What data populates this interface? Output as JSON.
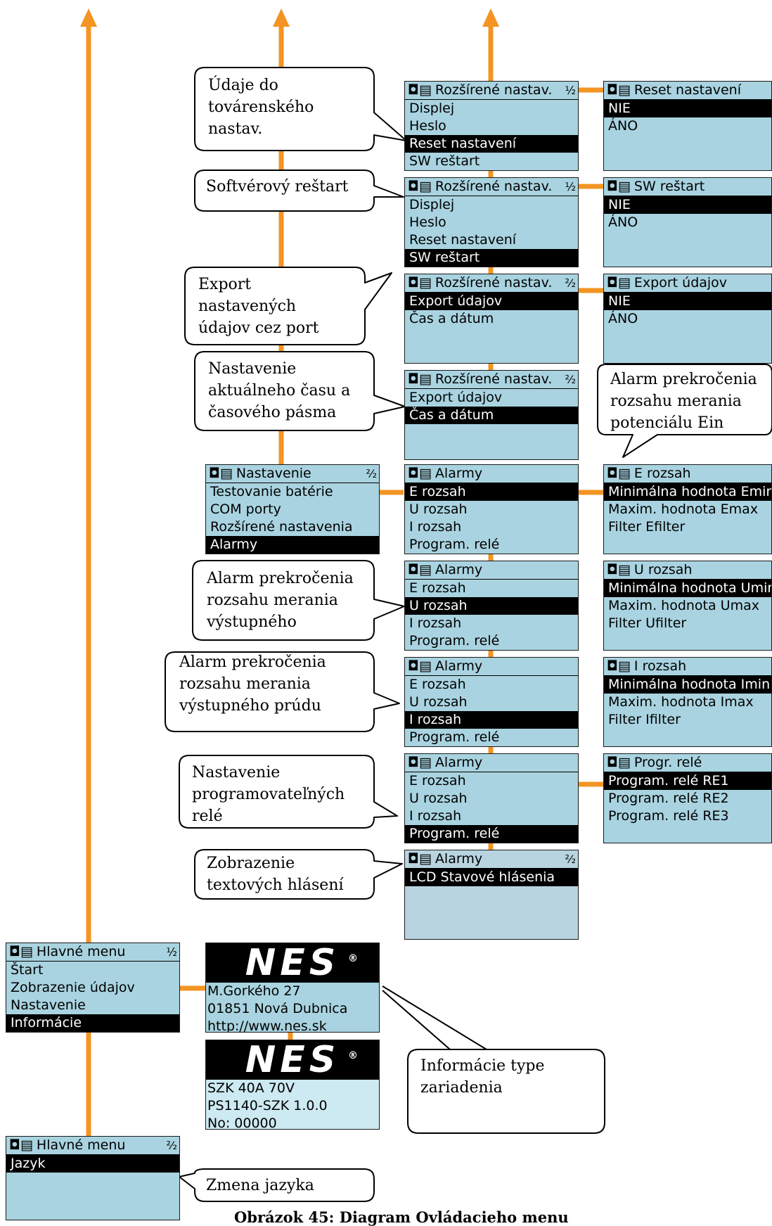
{
  "colors": {
    "wire": "#f39423",
    "screen": "#a9d3e0",
    "screen_light": "#cde9f1",
    "selection": "#000000"
  },
  "header_icon": "◘▤",
  "screens": {
    "adv_reset": {
      "title": "Rozšírené nastav.",
      "page": "½",
      "items": [
        "Displej",
        "Heslo",
        "Reset nastavení",
        "SW reštart"
      ]
    },
    "adv_sw": {
      "title": "Rozšírené nastav.",
      "page": "½",
      "items": [
        "Displej",
        "Heslo",
        "Reset nastavení",
        "SW reštart"
      ]
    },
    "adv_export": {
      "title": "Rozšírené nastav.",
      "page": "²⁄₂",
      "items": [
        "Export údajov",
        "Čas a dátum"
      ]
    },
    "adv_time": {
      "title": "Rozšírené nastav.",
      "page": "²⁄₂",
      "items": [
        "Export údajov",
        "Čas a dátum"
      ]
    },
    "reset_confirm": {
      "title": "Reset nastavení",
      "items": [
        "NIE",
        "ÁNO"
      ]
    },
    "sw_confirm": {
      "title": "SW reštart",
      "items": [
        "NIE",
        "ÁNO"
      ]
    },
    "export_confirm": {
      "title": "Export údajov",
      "items": [
        "NIE",
        "ÁNO"
      ]
    },
    "nastavenie": {
      "title": "Nastavenie",
      "page": "²⁄₂",
      "items": [
        "Testovanie batérie",
        "COM porty",
        "Rozšírené nastavenia",
        "Alarmy"
      ]
    },
    "alarmy_e": {
      "title": "Alarmy",
      "items": [
        "E rozsah",
        "U rozsah",
        "I rozsah",
        "Program. relé"
      ]
    },
    "alarmy_u": {
      "title": "Alarmy",
      "items": [
        "E rozsah",
        "U rozsah",
        "I rozsah",
        "Program. relé"
      ]
    },
    "alarmy_i": {
      "title": "Alarmy",
      "items": [
        "E rozsah",
        "U rozsah",
        "I rozsah",
        "Program. relé"
      ]
    },
    "alarmy_r": {
      "title": "Alarmy",
      "items": [
        "E rozsah",
        "U rozsah",
        "I rozsah",
        "Program. relé"
      ]
    },
    "alarmy_lcd": {
      "title": "Alarmy",
      "page": "²⁄₂",
      "items": [
        "LCD Stavové hlásenia"
      ]
    },
    "e_rozsah": {
      "title": "E rozsah",
      "items": [
        "Minimálna hodnota Emin",
        "Maxim. hodnota Emax",
        "Filter Efilter"
      ]
    },
    "u_rozsah": {
      "title": "U rozsah",
      "items": [
        "Minimálna hodnota Umin",
        "Maxim. hodnota Umax",
        "Filter Ufilter"
      ]
    },
    "i_rozsah": {
      "title": "I rozsah",
      "items": [
        "Minimálna hodnota Imin",
        "Maxim. hodnota Imax",
        "Filter Ifilter"
      ]
    },
    "progr_rele": {
      "title": "Progr. relé",
      "items": [
        "Program. relé RE1",
        "Program. relé RE2",
        "Program. relé RE3"
      ]
    },
    "main1": {
      "title": "Hlavné menu",
      "page": "½",
      "items": [
        "Štart",
        "Zobrazenie údajov",
        "Nastavenie",
        "Informácie"
      ]
    },
    "main2": {
      "title": "Hlavné menu",
      "page": "²⁄₂",
      "items": [
        "Jazyk"
      ]
    },
    "info1": {
      "logo": "NES",
      "items": [
        "M.Gorkého 27",
        "01851 Nová Dubnica",
        "http://www.nes.sk"
      ]
    },
    "info2": {
      "logo": "NES",
      "items": [
        "SZK 40A 70V",
        "PS1140-SZK 1.0.0",
        "No: 00000"
      ]
    }
  },
  "callouts": {
    "reset": "Údaje do továrenského nastav.",
    "sw": "Softvérový reštart",
    "export": "Export nastavených údajov cez port",
    "time": "Nastavenie aktuálneho času a časového pásma",
    "ein": "Alarm prekročenia rozsahu merania potenciálu Ein",
    "u": "Alarm prekročenia rozsahu merania výstupného",
    "i": "Alarm prekročenia rozsahu merania výstupného prúdu",
    "rele": "Nastavenie programovateľných relé",
    "lcd": "Zobrazenie textových hlásení",
    "info": "Informácie  type zariadenia",
    "lang": "Zmena jazyka"
  },
  "caption": "Obrázok 45: Diagram Ovládacieho menu"
}
